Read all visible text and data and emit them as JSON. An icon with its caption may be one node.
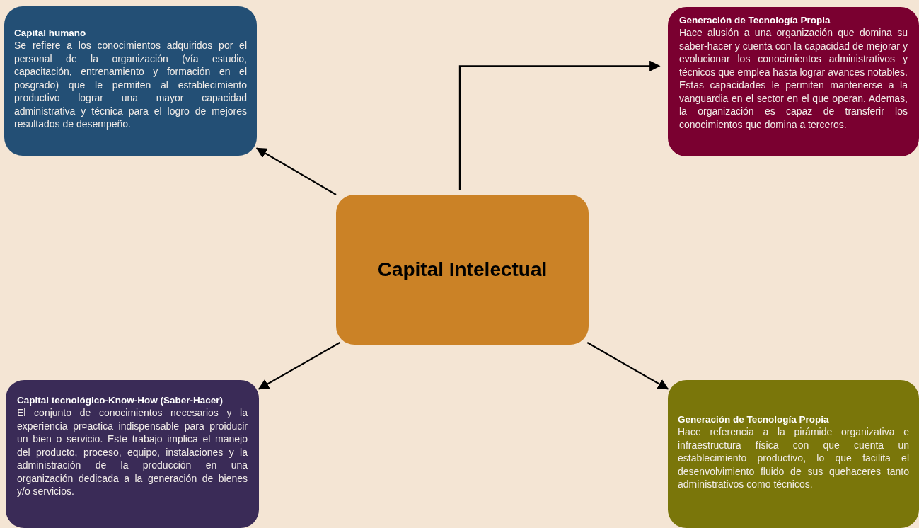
{
  "diagram": {
    "nodes": [
      {
        "text": [
          "Capital humano",
          "Se refiere a los conocimientos adquiridos por el personal de la organización (vía estudio, capacitación, entrenamiento y formación en el posgrado) que le permiten al establecimiento productivo lograr una mayor capacidad administrativa y técnica para el logro de mejores resultados de desempeño."
        ]
      },
      {
        "text": [
          "Generación de Tecnología Propia",
          "Hace alusión a una organización que domina su saber-hacer y cuenta con la capacidad de mejorar y evolucionar los conocimientos administrativos y técnicos que emplea hasta lograr avances notables. Estas capacidades le permiten mantenerse a la vanguardia en el sector en el que operan. Ademas, la organización es capaz de transferir los conocimientos que domina a terceros."
        ]
      },
      {
        "text": [
          "Capital Intelectual"
        ]
      },
      {
        "text": [
          "Capital tecnológico-Know-How (Saber-Hacer)",
          "El conjunto de conocimientos necesarios y la experiencia pr¤actica indispensable para proiducir un bien o servicio. Este trabajo implica el manejo del producto, proceso, equipo, instalaciones y la administración de la producción en una organización dedicada a la generación de bienes y/o servicios."
        ]
      },
      {
        "text": [
          "Generación de Tecnología Propia",
          "Hace referencia a la pirámide organizativa e infraestructura física con que cuenta un establecimiento productivo, lo que facilita el desenvolvimiento fluido de sus quehaceres tanto administrativos como técnicos."
        ]
      }
    ],
    "edges": [
      {
        "from": 2,
        "to": 0,
        "arrow": "to"
      },
      {
        "from": 2,
        "to": 1,
        "arrow": "to"
      },
      {
        "from": 2,
        "to": 3,
        "arrow": "to"
      },
      {
        "from": 2,
        "to": 4,
        "arrow": "to"
      }
    ]
  }
}
